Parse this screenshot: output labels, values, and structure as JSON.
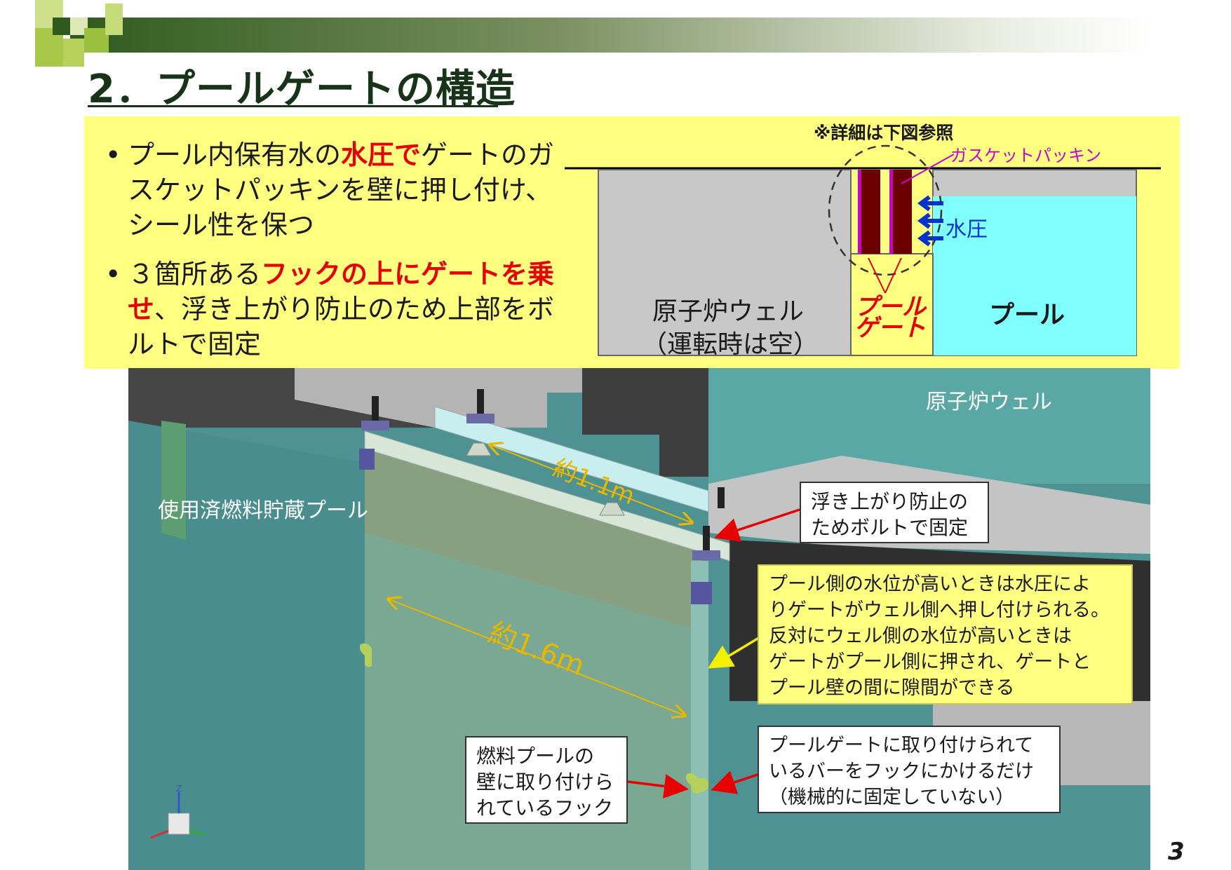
{
  "slide": {
    "title": "2．プールゲートの構造",
    "page_number": "3"
  },
  "bullets": [
    {
      "parts": [
        {
          "text": "プール内保有水の",
          "red": false
        },
        {
          "text": "水圧で",
          "red": true
        },
        {
          "text": "ゲートのガスケットパッキンを壁に押し付け、シール性を保つ",
          "red": false
        }
      ]
    },
    {
      "parts": [
        {
          "text": "３箇所ある",
          "red": false
        },
        {
          "text": "フックの上にゲートを乗せ",
          "red": true
        },
        {
          "text": "、浮き上がり防止のため上部をボルトで固定",
          "red": false
        }
      ]
    }
  ],
  "bullet_mark": "•",
  "schematic": {
    "note": "※詳細は下図参照",
    "gasket_label": "ガスケットパッキン",
    "pressure_label": "水圧",
    "well_label_1": "原子炉ウェル",
    "well_label_2": "（運転時は空）",
    "gate_label_1": "プール",
    "gate_label_2": "ゲート",
    "pool_label": "プール"
  },
  "model": {
    "reactor_well_label": "原子炉ウェル",
    "spent_fuel_pool_label": "使用済燃料貯蔵プール",
    "dim_top": "約1.1m",
    "dim_side": "約1.6m",
    "axis_z": "Z"
  },
  "callouts": {
    "bolt_fix": [
      "浮き上がり防止の",
      "ためボルトで固定"
    ],
    "water_level": [
      "プール側の水位が高いときは水圧によ",
      "りゲートがウェル側へ押し付けられる。",
      "反対にウェル側の水位が高いときは",
      "ゲートがプール側に押され、ゲートと",
      "プール壁の間に隙間ができる"
    ],
    "hook": [
      "燃料プールの",
      "壁に取り付けら",
      "れているフック"
    ],
    "bar": [
      "プールゲートに取り付けられて",
      "いるバーをフックにかけるだけ",
      "（機械的に固定していない）"
    ]
  },
  "colors": {
    "panel_yellow": "#ffff80",
    "emphasis_red": "#e60000",
    "pool_cyan": "#80ffff",
    "gate_maroon": "#6b0000",
    "gasket_magenta": "#cc00cc",
    "pressure_blue": "#0033cc",
    "title_green": "#173418"
  }
}
